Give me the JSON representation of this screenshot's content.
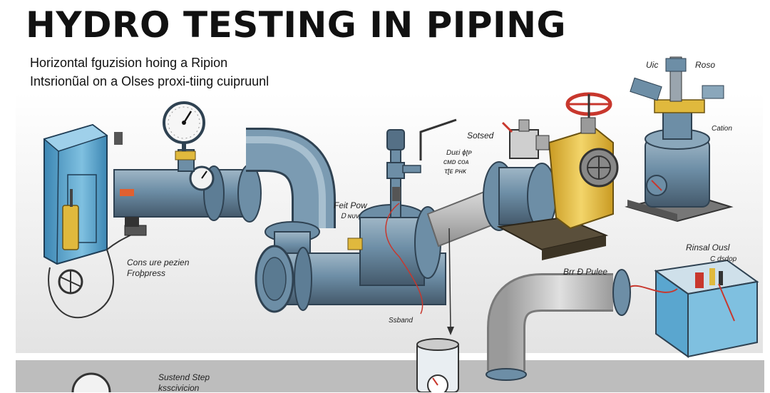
{
  "title": "HYDRO TESTING IN PIPING",
  "subtitle_1": "Horizontal fguzision hoing a Ripion",
  "subtitle_2": "Intsrionũal on a Olses proxi-tiing cuipruunl",
  "labels": {
    "conservation": "Cons ure pezien",
    "fropress": "Froþpress",
    "fest_pow": "Feit Pow",
    "d_nuv": "Ꭰ ɴᴜᴠ",
    "sotsed": "Sotsed",
    "gauge_note_1": "Duɛi ɸʈᴘ",
    "gauge_note_2": "ᴄᴍᴅ ᴄᴏᴀ",
    "gauge_note_3": "ꚍʈᴇ ᴘʜᴋ",
    "uic": "Uic",
    "roso": "Roso",
    "cation": "Cation",
    "rinsal_ousl": "Rinsal Ousl",
    "c_dsdop": "C dsdop",
    "brr_plee": "Brr Ɖ Pulee",
    "ssband": "Ssband",
    "sustend_step": "Sustend Step",
    "kscinvicion": "ksscivicion"
  },
  "colors": {
    "pipe_blue": "#6d8ea6",
    "pipe_dark": "#44596b",
    "pump_yellow": "#e9c24a",
    "valve_red": "#c8372d",
    "pump_blue": "#5aa6cf",
    "panel_gray": "#e3e3e3",
    "band_gray": "#bdbdbd"
  }
}
